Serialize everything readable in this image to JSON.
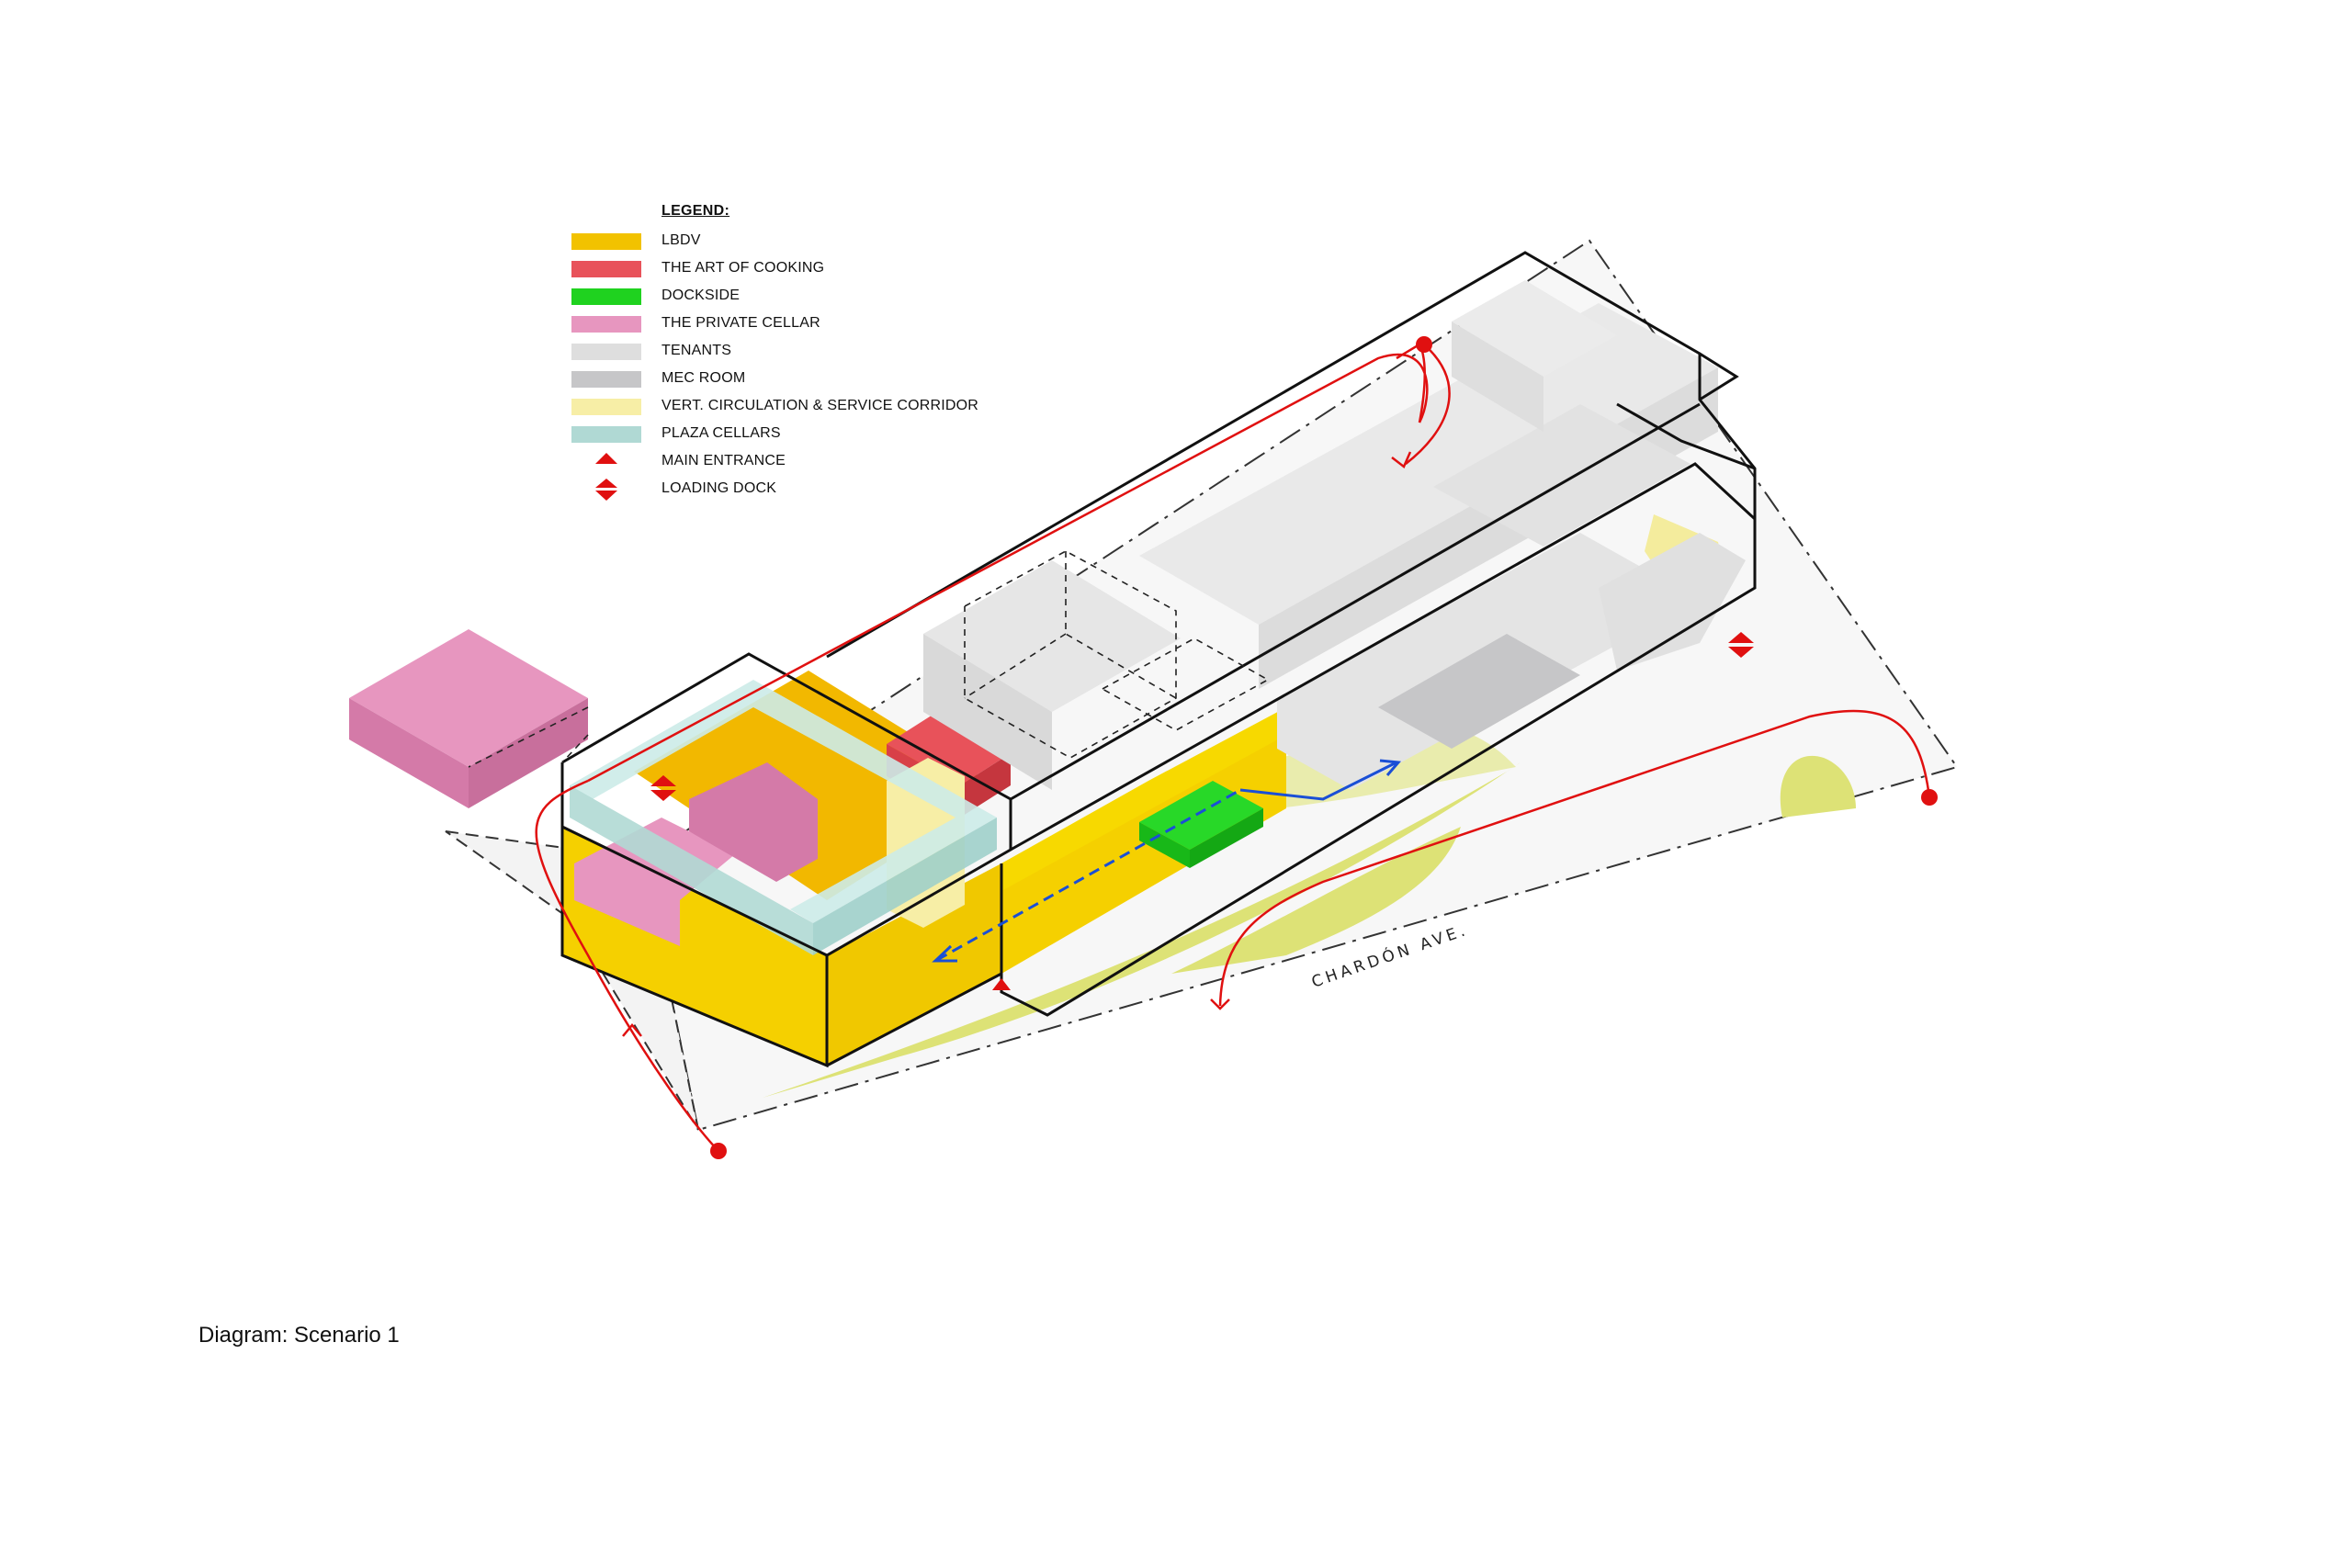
{
  "legend": {
    "title": "LEGEND:",
    "items": [
      {
        "label": "LBDV",
        "color": "#f2c200",
        "kind": "swatch"
      },
      {
        "label": "THE ART OF COOKING",
        "color": "#e8525a",
        "kind": "swatch"
      },
      {
        "label": "DOCKSIDE",
        "color": "#1fd21f",
        "kind": "swatch"
      },
      {
        "label": "THE PRIVATE CELLAR",
        "color": "#e796bf",
        "kind": "swatch"
      },
      {
        "label": "TENANTS",
        "color": "#dedede",
        "kind": "swatch"
      },
      {
        "label": "MEC ROOM",
        "color": "#c6c6c8",
        "kind": "swatch"
      },
      {
        "label": "VERT. CIRCULATION & SERVICE CORRIDOR",
        "color": "#f7eea6",
        "kind": "swatch"
      },
      {
        "label": "PLAZA CELLARS",
        "color": "#b0d9d4",
        "kind": "swatch"
      },
      {
        "label": "MAIN ENTRANCE",
        "color": "#e01010",
        "kind": "triangle-icon"
      },
      {
        "label": "LOADING DOCK",
        "color": "#e01010",
        "kind": "double-triangle-icon"
      }
    ]
  },
  "street_name": "CHARDÓN AVE.",
  "caption": "Diagram: Scenario 1",
  "colors": {
    "outline": "#111111",
    "path": "#e01010",
    "flow": "#1a4fd6",
    "landscape": "#dde276"
  }
}
